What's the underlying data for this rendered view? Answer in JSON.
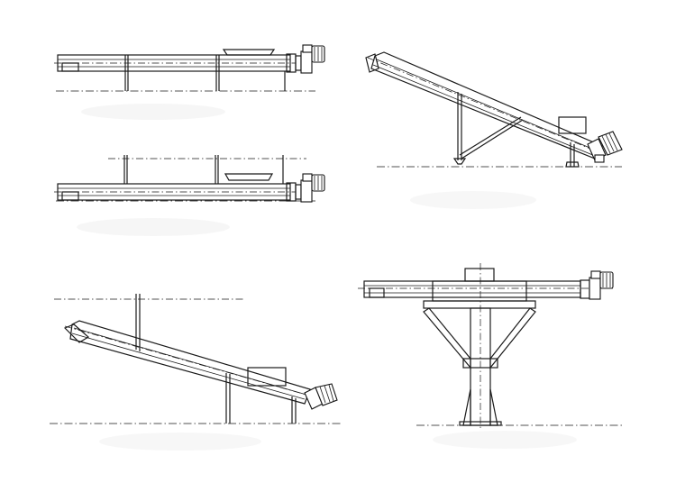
{
  "figure": {
    "stroke_color": "#1a1a1a",
    "background": "#ffffff",
    "views": [
      {
        "id": "horizontal-conveyor-top",
        "description_icon": "horizontal-screw-conveyor-icon"
      },
      {
        "id": "horizontal-conveyor-bottom",
        "description_icon": "horizontal-screw-conveyor-icon"
      },
      {
        "id": "inclined-conveyor-right",
        "description_icon": "inclined-screw-conveyor-icon"
      },
      {
        "id": "inclined-conveyor-left",
        "description_icon": "inclined-screw-conveyor-icon"
      },
      {
        "id": "pedestal-conveyor",
        "description_icon": "pedestal-screw-conveyor-icon"
      }
    ]
  }
}
